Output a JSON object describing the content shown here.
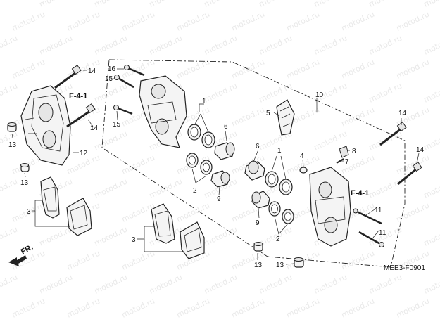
{
  "diagram": {
    "code": "MEE3-F0901",
    "watermark": "motod.ru",
    "fr_label": "FR.",
    "ref_label": "F-4-1",
    "callouts": {
      "n1": "1",
      "n2": "2",
      "n3": "3",
      "n4": "4",
      "n5": "5",
      "n6": "6",
      "n7": "7",
      "n8": "8",
      "n9": "9",
      "n10": "10",
      "n11": "11",
      "n12": "12",
      "n13": "13",
      "n14": "14",
      "n15": "15",
      "n16": "16"
    }
  }
}
